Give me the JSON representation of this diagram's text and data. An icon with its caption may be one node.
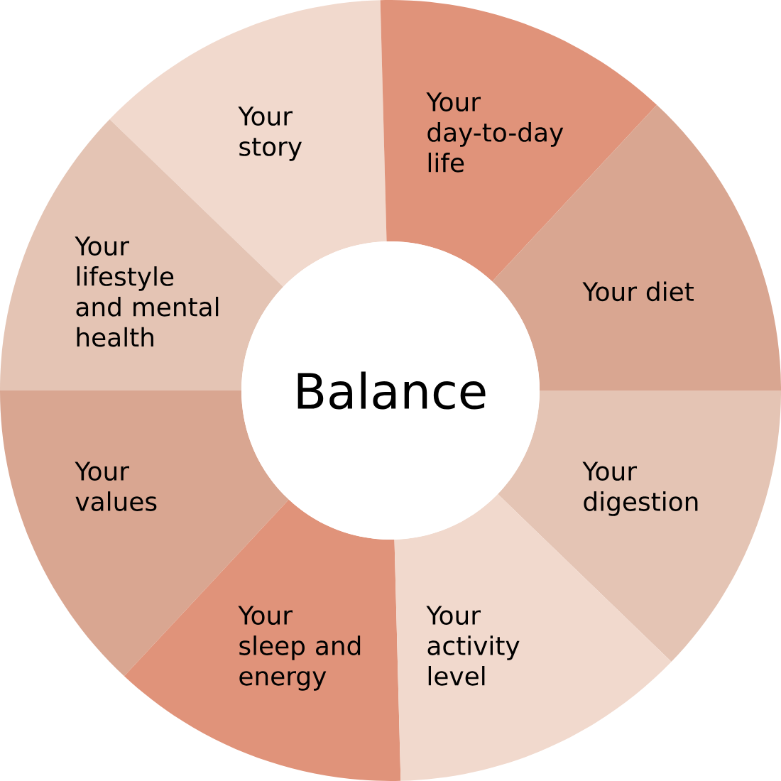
{
  "diagram": {
    "nodes": [
      {
        "text": [
          "Your story"
        ]
      },
      {
        "text": [
          "Your day-to-day life"
        ]
      },
      {
        "text": [
          "Your lifestyle and mental health"
        ]
      },
      {
        "text": [
          "Your diet"
        ]
      },
      {
        "text": [
          "Balance"
        ]
      },
      {
        "text": [
          "Your values"
        ]
      },
      {
        "text": [
          "Your digestion"
        ]
      },
      {
        "text": [
          "Your sleep and energy"
        ]
      },
      {
        "text": [
          "Your activity level"
        ]
      }
    ]
  }
}
